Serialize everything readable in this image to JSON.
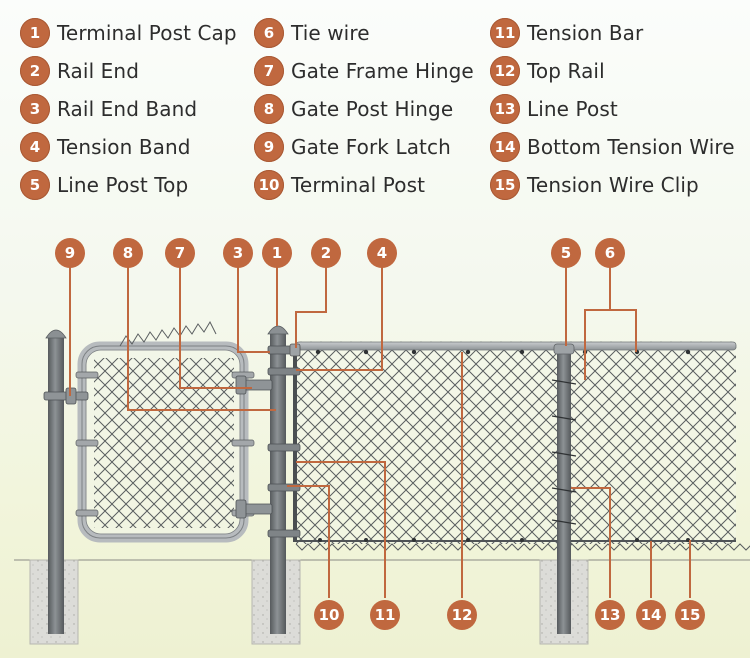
{
  "legend": [
    {
      "num": "1",
      "label": "Terminal Post Cap"
    },
    {
      "num": "2",
      "label": "Rail End"
    },
    {
      "num": "3",
      "label": "Rail End Band"
    },
    {
      "num": "4",
      "label": "Tension Band"
    },
    {
      "num": "5",
      "label": "Line Post Top"
    },
    {
      "num": "6",
      "label": "Tie wire"
    },
    {
      "num": "7",
      "label": "Gate Frame Hinge"
    },
    {
      "num": "8",
      "label": "Gate Post Hinge"
    },
    {
      "num": "9",
      "label": "Gate Fork Latch"
    },
    {
      "num": "10",
      "label": "Terminal Post"
    },
    {
      "num": "11",
      "label": "Tension Bar"
    },
    {
      "num": "12",
      "label": "Top Rail"
    },
    {
      "num": "13",
      "label": "Line Post"
    },
    {
      "num": "14",
      "label": "Bottom Tension Wire"
    },
    {
      "num": "15",
      "label": "Tension Wire Clip"
    }
  ],
  "callouts": [
    "9",
    "8",
    "7",
    "3",
    "1",
    "2",
    "4",
    "5",
    "6",
    "10",
    "11",
    "12",
    "13",
    "14",
    "15"
  ],
  "colors": {
    "badge": "#c0683f",
    "leader": "#c0683f",
    "post": "#6b6f72",
    "mesh": "#5a5e60",
    "concrete": "#d9d9d6"
  }
}
